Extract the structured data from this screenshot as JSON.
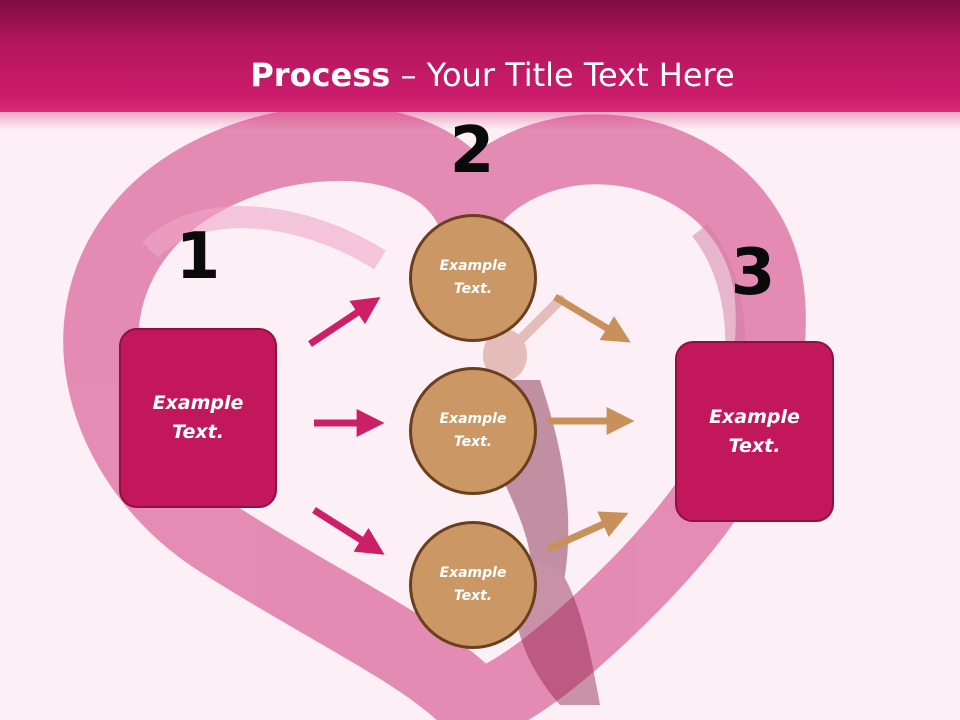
{
  "title": {
    "bold": "Process",
    "rest": " – Your Title Text Here"
  },
  "steps": [
    {
      "number": "1",
      "label": "Example\nText."
    },
    {
      "number": "2",
      "labels": [
        "Example\nText.",
        "Example\nText.",
        "Example\nText."
      ]
    },
    {
      "number": "3",
      "label": "Example\nText."
    }
  ],
  "colors": {
    "header": "#c2185b",
    "box_fill": "#c2185b",
    "circle_fill": "#cb9765",
    "left_arrows": "#cc1f66",
    "right_arrows": "#c8915c"
  }
}
